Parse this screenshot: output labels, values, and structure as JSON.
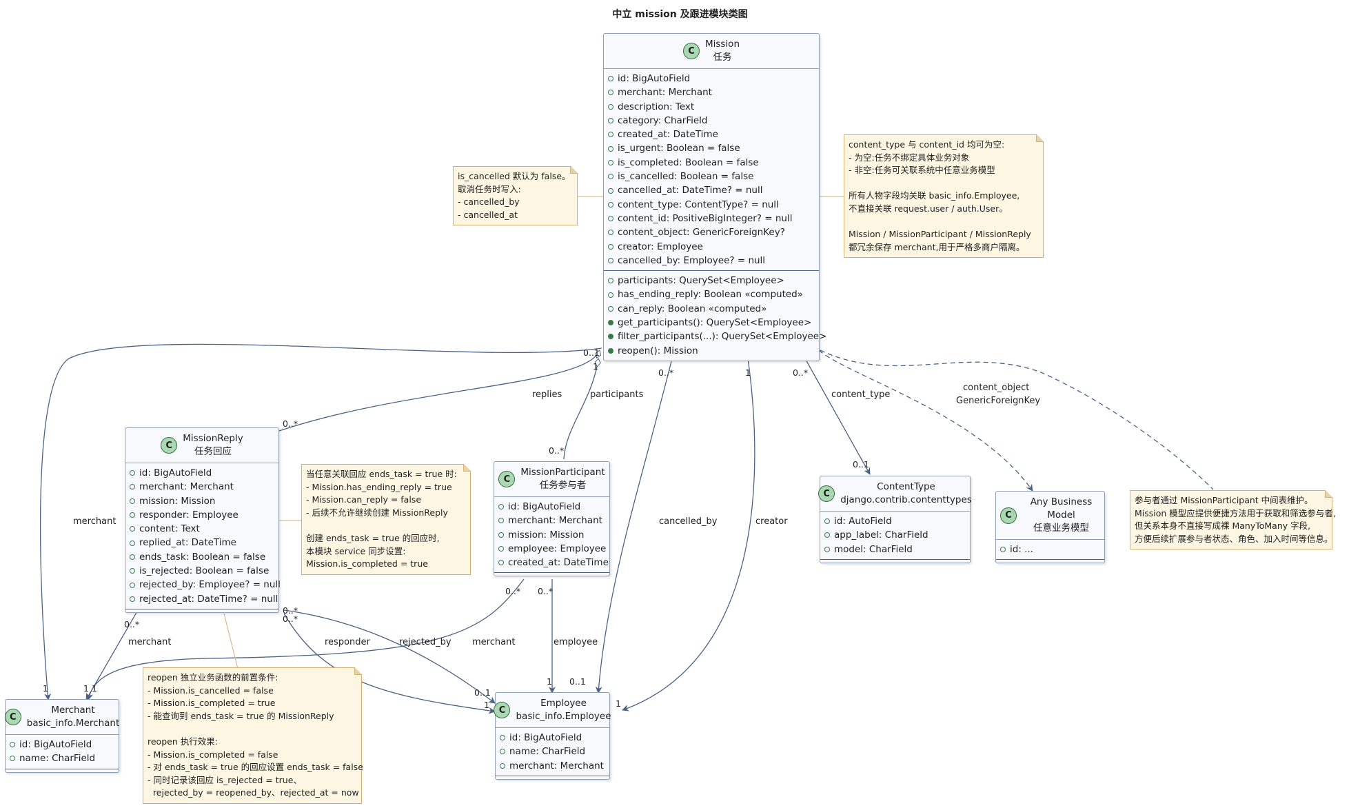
{
  "title": "中立 mission 及跟进模块类图",
  "classes": {
    "mission": {
      "name": "Mission",
      "subtitle": "任务",
      "fields": [
        "id: BigAutoField",
        "merchant: Merchant",
        "description: Text",
        "category: CharField",
        "created_at: DateTime",
        "is_urgent: Boolean = false",
        "is_completed: Boolean = false",
        "is_cancelled: Boolean = false",
        "cancelled_at: DateTime? = null",
        "content_type: ContentType? = null",
        "content_id: PositiveBigInteger? = null",
        "content_object: GenericForeignKey?",
        "creator: Employee",
        "cancelled_by: Employee? = null"
      ],
      "methods": [
        "participants: QuerySet<Employee>",
        "has_ending_reply: Boolean «computed»",
        "can_reply: Boolean «computed»",
        "get_participants(): QuerySet<Employee>",
        "filter_participants(...): QuerySet<Employee>",
        "reopen(): Mission"
      ]
    },
    "reply": {
      "name": "MissionReply",
      "subtitle": "任务回应",
      "fields": [
        "id: BigAutoField",
        "merchant: Merchant",
        "mission: Mission",
        "responder: Employee",
        "content: Text",
        "replied_at: DateTime",
        "ends_task: Boolean = false",
        "is_rejected: Boolean = false",
        "rejected_by: Employee? = null",
        "rejected_at: DateTime? = null"
      ]
    },
    "participant": {
      "name": "MissionParticipant",
      "subtitle": "任务参与者",
      "fields": [
        "id: BigAutoField",
        "merchant: Merchant",
        "mission: Mission",
        "employee: Employee",
        "created_at: DateTime"
      ]
    },
    "contenttype": {
      "name": "ContentType",
      "subtitle": "django.contrib.contenttypes",
      "fields": [
        "id: AutoField",
        "app_label: CharField",
        "model: CharField"
      ]
    },
    "anymodel": {
      "name": "Any Business Model",
      "subtitle": "任意业务模型",
      "fields": [
        "id: ..."
      ]
    },
    "merchant": {
      "name": "Merchant",
      "subtitle": "basic_info.Merchant",
      "fields": [
        "id: BigAutoField",
        "name: CharField"
      ]
    },
    "employee": {
      "name": "Employee",
      "subtitle": "basic_info.Employee",
      "fields": [
        "id: BigAutoField",
        "name: CharField",
        "merchant: Merchant"
      ]
    }
  },
  "notes": {
    "cancel": "is_cancelled 默认为 false。\n取消任务时写入:\n- cancelled_by\n- cancelled_at",
    "content": "content_type 与 content_id 均可为空:\n- 为空:任务不绑定具体业务对象\n- 非空:任务可关联系统中任意业务模型\n\n所有人物字段均关联 basic_info.Employee,\n不直接关联 request.user / auth.User。\n\nMission / MissionParticipant / MissionReply\n都冗余保存 merchant,用于严格多商户隔离。",
    "ends": "当任意关联回应 ends_task = true 时:\n- Mission.has_ending_reply = true\n- Mission.can_reply = false\n- 后续不允许继续创建 MissionReply\n\n创建 ends_task = true 的回应时,\n本模块 service 同步设置:\nMission.is_completed = true",
    "participants": "参与者通过 MissionParticipant 中间表维护。\nMission 模型应提供便捷方法用于获取和筛选参与者,\n但关系本身不直接写成裸 ManyToMany 字段,\n方便后续扩展参与者状态、角色、加入时间等信息。",
    "reopen": "reopen 独立业务函数的前置条件:\n- Mission.is_cancelled = false\n- Mission.is_completed = true\n- 能查询到 ends_task = true 的 MissionReply\n\nreopen 执行效果:\n- Mission.is_completed = false\n- 对 ends_task = true 的回应设置 ends_task = false\n- 同时记录该回应 is_rejected = true、\n  rejected_by = reopened_by、rejected_at = now"
  },
  "relations": {
    "replies": "replies",
    "participants": "participants",
    "merchant": "merchant",
    "cancelled_by": "cancelled_by",
    "creator": "creator",
    "content_type": "content_type",
    "content_object": "content_object",
    "generic_fk": "GenericForeignKey",
    "responder": "responder",
    "rejected_by": "rejected_by",
    "employee": "employee"
  },
  "multiplicities": {
    "one": "1",
    "many": "0..*",
    "optional": "0..1",
    "mission_merchant_src": "0..1"
  }
}
